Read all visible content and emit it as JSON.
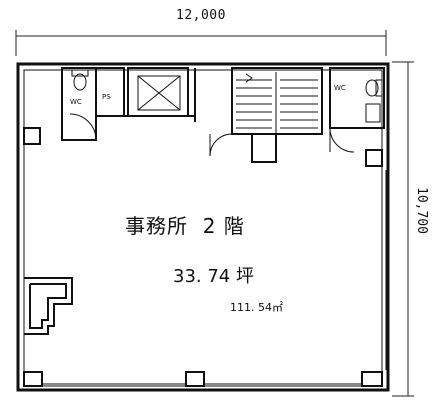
{
  "dimensions": {
    "width": "12,000",
    "depth": "10,700"
  },
  "room": {
    "name": "事務所",
    "floor": "2 階",
    "tsubo": "33. 74 坪",
    "sqm": "111. 54㎡"
  },
  "labels": {
    "wc_left": "WC",
    "ps": "PS",
    "ev": "EV",
    "wc_right": "WC"
  }
}
